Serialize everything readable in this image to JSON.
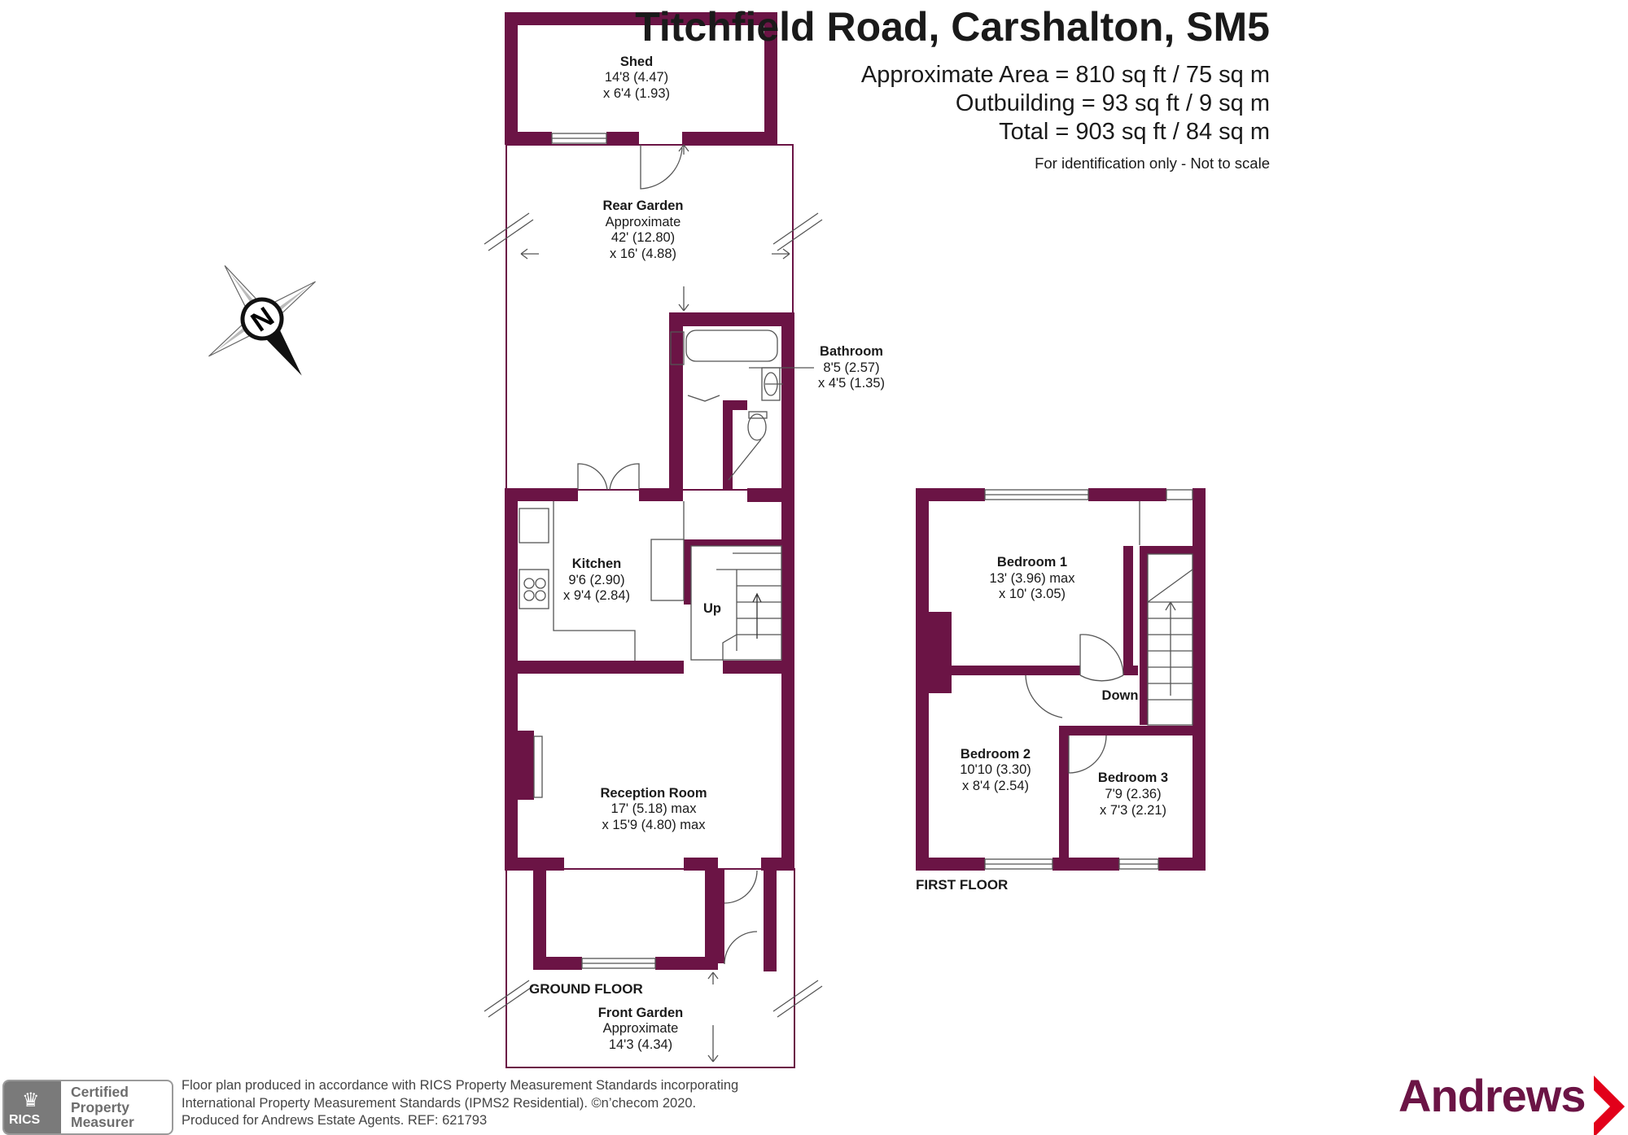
{
  "header": {
    "title": "Titchfield Road, Carshalton, SM5",
    "areas": [
      "Approximate Area = 810 sq ft / 75 sq m",
      "Outbuilding = 93 sq ft / 9 sq m",
      "Total = 903 sq ft / 84 sq m"
    ],
    "note": "For identification only - Not to scale"
  },
  "compass": {
    "label": "N"
  },
  "rooms": {
    "shed": {
      "name": "Shed",
      "dim1": "14'8 (4.47)",
      "dim2": "x 6'4 (1.93)"
    },
    "rear_garden": {
      "name": "Rear Garden",
      "dim0": "Approximate",
      "dim1": "42' (12.80)",
      "dim2": "x 16' (4.88)"
    },
    "bathroom": {
      "name": "Bathroom",
      "dim1": "8'5 (2.57)",
      "dim2": "x 4'5 (1.35)"
    },
    "kitchen": {
      "name": "Kitchen",
      "dim1": "9'6 (2.90)",
      "dim2": "x 9'4 (2.84)"
    },
    "stairs_up": {
      "name": "Up"
    },
    "reception": {
      "name": "Reception Room",
      "dim1": "17' (5.18) max",
      "dim2": "x 15'9 (4.80) max"
    },
    "front_garden": {
      "name": "Front Garden",
      "dim0": "Approximate",
      "dim1": "14'3 (4.34)"
    },
    "bedroom1": {
      "name": "Bedroom 1",
      "dim1": "13' (3.96) max",
      "dim2": "x 10' (3.05)"
    },
    "bedroom2": {
      "name": "Bedroom 2",
      "dim1": "10'10 (3.30)",
      "dim2": "x 8'4 (2.54)"
    },
    "bedroom3": {
      "name": "Bedroom 3",
      "dim1": "7'9 (2.36)",
      "dim2": "x 7'3 (2.21)"
    },
    "stairs_down": {
      "name": "Down"
    }
  },
  "floor_labels": {
    "ground": "GROUND FLOOR",
    "first": "FIRST FLOOR"
  },
  "footer": {
    "line1": "Floor plan produced in accordance with RICS Property Measurement Standards incorporating",
    "line2": "International Property Measurement Standards (IPMS2 Residential).   ©n’checom 2020.",
    "line3": "Produced for Andrews Estate Agents.   REF:   621793"
  },
  "rics": {
    "badge": "RICS",
    "cert_lines": [
      "Certified",
      "Property",
      "Measurer"
    ]
  },
  "brand": {
    "name": "Andrews"
  },
  "colors": {
    "wall": "#6b1445",
    "brand": "#6b1445",
    "accent": "#e2001a",
    "text": "#1a1a1a"
  }
}
